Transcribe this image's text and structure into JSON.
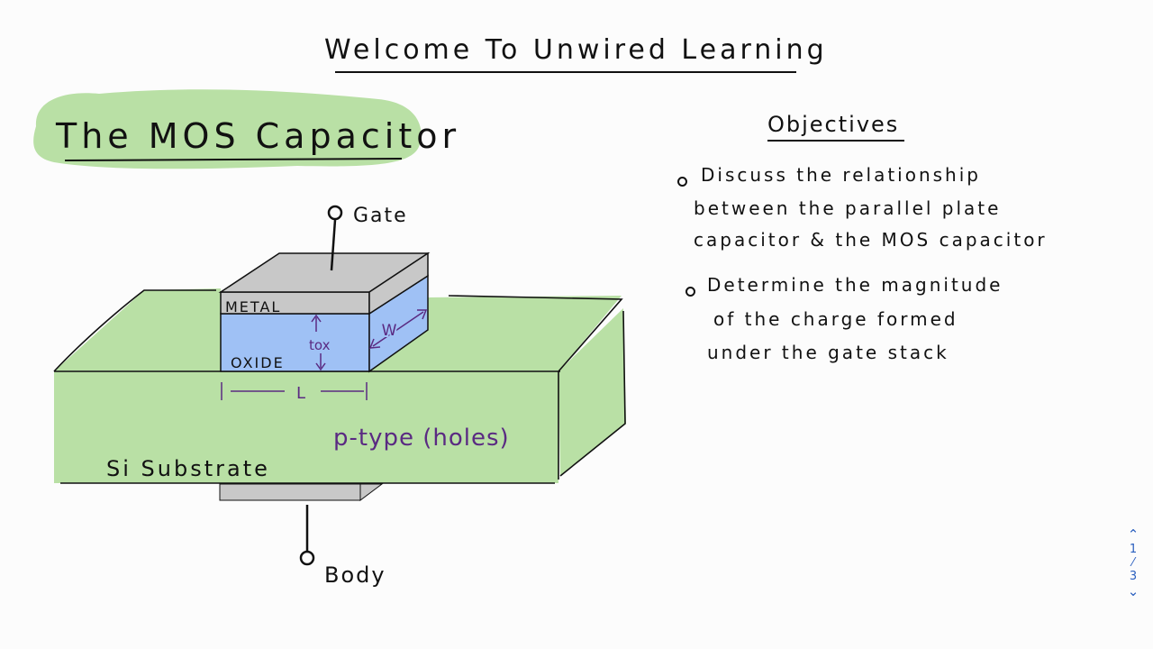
{
  "header": {
    "title": "Welcome To Unwired Learning"
  },
  "diagram": {
    "title": "The MOS Capacitor",
    "labels": {
      "gate": "Gate",
      "metal": "METAL",
      "oxide": "OXIDE",
      "tox": "tox",
      "width": "W",
      "length": "L",
      "p_type": "p-type (holes)",
      "substrate": "Si Substrate",
      "body": "Body"
    },
    "colors": {
      "highlight_green": "#b9e0a5",
      "oxide_blue": "#9fc1f5",
      "metal_gray": "#c8c8c8",
      "annotation_purple": "#5a2a82"
    }
  },
  "objectives": {
    "heading": "Objectives",
    "items": [
      {
        "lines": [
          "Discuss the relationship",
          "between the parallel plate",
          "capacitor & the MOS capacitor"
        ]
      },
      {
        "lines": [
          "Determine the magnitude",
          "of the charge formed",
          "under the gate stack"
        ]
      }
    ]
  },
  "page_nav": {
    "current": "1",
    "total": "3",
    "up_icon": "chevron-up-icon",
    "down_icon": "chevron-down-icon"
  }
}
